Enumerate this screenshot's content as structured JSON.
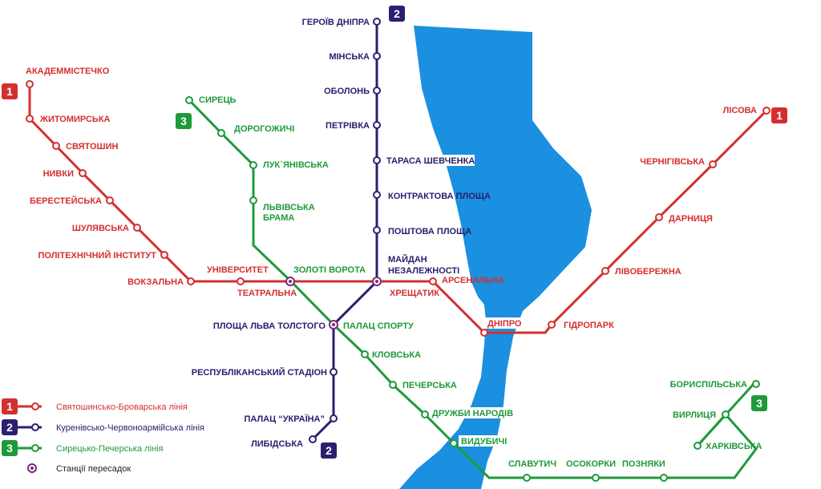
{
  "colors": {
    "line1": "#d42f2f",
    "line2": "#2a2070",
    "line3": "#1f9a3a",
    "river": "#1b8fe0",
    "transfer": "#7a2a7a"
  },
  "line_numbers": {
    "l1": "1",
    "l2": "2",
    "l3": "3"
  },
  "stations": {
    "akademmistechko": "АКАДЕММІСТЕЧКО",
    "zhytomyrska": "ЖИТОМИРСЬКА",
    "sviatoshyn": "СВЯТОШИН",
    "nyvky": "НИВКИ",
    "beresteiska": "БЕРЕСТЕЙСЬКА",
    "shuliavska": "ШУЛЯВСЬКА",
    "politekhnichnyi": "ПОЛІТЕХНІЧНИЙ ІНСТИТУТ",
    "vokzalna": "ВОКЗАЛЬНА",
    "universytet": "УНІВЕРСИТЕТ",
    "teatralna": "ТЕАТРАЛЬНА",
    "khreshchatyk": "ХРЕЩАТИК",
    "arsenalna": "АРСЕНАЛЬНА",
    "dnipro": "ДНІПРО",
    "hidropark": "ГІДРОПАРК",
    "livoberezhna": "ЛІВОБЕРЕЖНА",
    "darnytsia": "ДАРНИЦЯ",
    "chernihivska": "ЧЕРНІГІВСЬКА",
    "lisova": "ЛІСОВА",
    "heroiv_dnipra": "ГЕРОЇВ ДНІПРА",
    "minska": "МІНСЬКА",
    "obolon": "ОБОЛОНЬ",
    "petrivka": "ПЕТРІВКА",
    "tarasa_shevchenka": "ТАРАСА ШЕВЧЕНКА",
    "kontraktova": "КОНТРАКТОВА ПЛОЩА",
    "poshtova": "ПОШТОВА ПЛОЩА",
    "maidan_1": "МАЙДАН",
    "maidan_2": "НЕЗАЛЕЖНОСТІ",
    "ploshcha_lva_tolstoho": "ПЛОЩА ЛЬВА ТОЛСТОГО",
    "respublikanskyi": "РЕСПУБЛІКАНСЬКИЙ СТАДІОН",
    "palats_ukraina": "ПАЛАЦ “УКРАЇНА”",
    "lybidska": "ЛИБІДСЬКА",
    "syrets": "СИРЕЦЬ",
    "dorohozhychi": "ДОРОГОЖИЧІ",
    "lukianivska": "ЛУК`ЯНІВСЬКА",
    "lvivska_1": "ЛЬВІВСЬКА",
    "lvivska_2": "БРАМА",
    "zoloti_vorota": "ЗОЛОТІ ВОРОТА",
    "palats_sportu": "ПАЛАЦ СПОРТУ",
    "klovska": "КЛОВСЬКА",
    "pecherska": "ПЕЧЕРСЬКА",
    "druzhby_narodiv": "ДРУЖБИ НАРОДІВ",
    "vydubychi": "ВИДУБИЧІ",
    "slavutych": "СЛАВУТИЧ",
    "osokorky": "ОСОКОРКИ",
    "pozniaky": "ПОЗНЯКИ",
    "kharkivska": "ХАРКІВСЬКА",
    "vyrlytsia": "ВИРЛИЦЯ",
    "boryspilska": "БОРИСПІЛЬСЬКА"
  },
  "legend": {
    "line1": "Святошинсько-Броварська лінія",
    "line2": "Куренівсько-Червоноармійська лінія",
    "line3": "Сирецько-Печерська лінія",
    "transfer": "Станції пересадок"
  }
}
